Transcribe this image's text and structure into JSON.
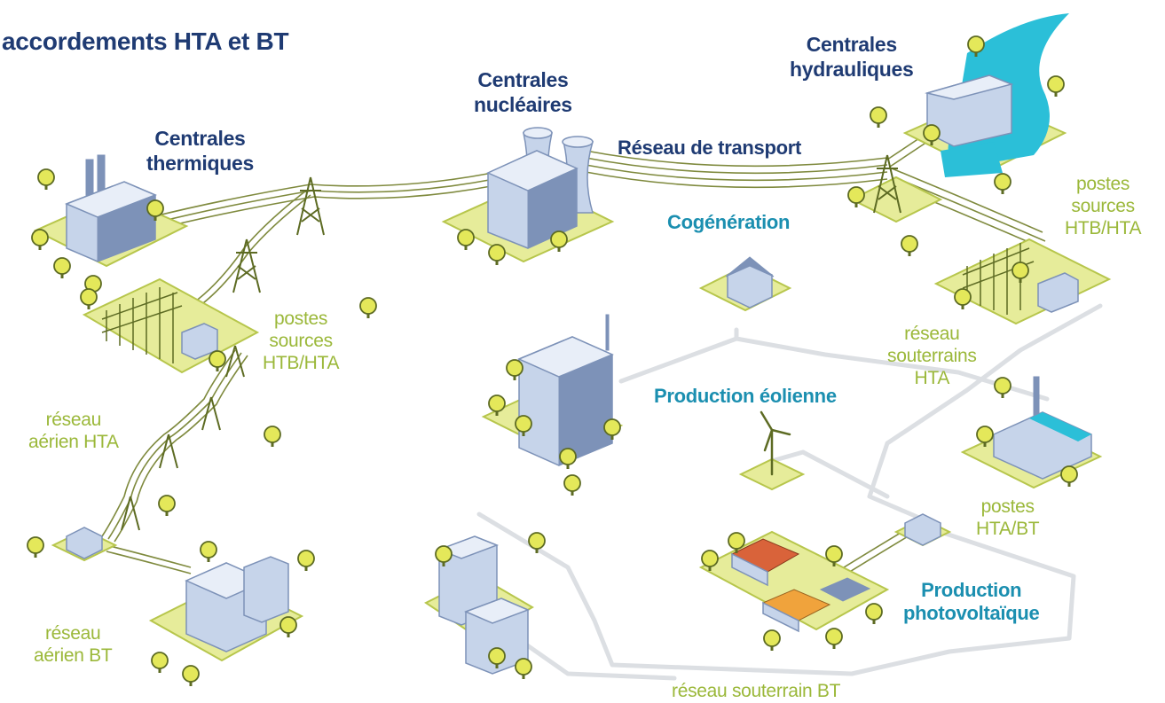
{
  "colors": {
    "dark_blue": "#1f3b73",
    "cyan": "#1b8fb0",
    "green_label": "#9bb83a",
    "pad_green": "#e6ec9a",
    "pad_border": "#b7c64c",
    "tree": "#e4e85a",
    "tree_outline": "#5d6b23",
    "building": "#c6d4ea",
    "building_dark": "#7d92b8",
    "wire": "#7f8a3e",
    "cable": "#dcdfe3",
    "water": "#2bbfd8",
    "roof_red": "#d9633a",
    "roof_orange": "#f0a33c"
  },
  "labels": {
    "title": "accordements HTA et BT",
    "centrales_thermiques": [
      "Centrales",
      "thermiques"
    ],
    "centrales_nucleaires": [
      "Centrales",
      "nucléaires"
    ],
    "reseau_transport": "Réseau de transport",
    "centrales_hydrauliques": [
      "Centrales",
      "hydrauliques"
    ],
    "cogeneration": "Cogénération",
    "postes_sources_right": [
      "postes",
      "sources",
      "HTB/HTA"
    ],
    "postes_sources_left": [
      "postes",
      "sources",
      "HTB/HTA"
    ],
    "reseau_souterrains_hta": [
      "réseau",
      "souterrains",
      "HTA"
    ],
    "production_eolienne": "Production éolienne",
    "reseau_aerien_hta": [
      "réseau",
      "aérien HTA"
    ],
    "postes_hta_bt": [
      "postes",
      "HTA/BT"
    ],
    "production_photovoltaique": [
      "Production",
      "photovoltaïque"
    ],
    "reseau_aerien_bt": [
      "réseau",
      "aérien BT"
    ],
    "reseau_souterrain_bt": "réseau souterrain BT"
  },
  "icons": {
    "thermal_plant": "thermal-power-plant-icon",
    "nuclear_plant": "nuclear-power-plant-icon",
    "hydro_plant": "hydro-dam-icon",
    "substation": "substation-icon",
    "pylon": "pylon-icon",
    "wind": "wind-turbine-icon",
    "cogeneration": "cogeneration-house-icon",
    "tree": "tree-icon"
  }
}
